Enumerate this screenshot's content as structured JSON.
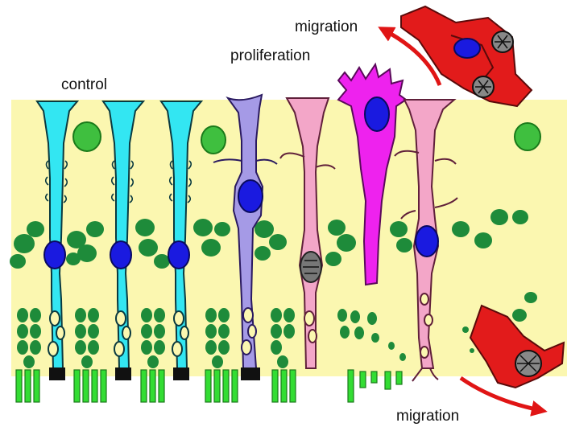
{
  "labels": {
    "control": "control",
    "proliferation": "proliferation",
    "migration_top": "migration",
    "migration_bottom": "migration"
  },
  "colors": {
    "retina_background": "#fbf7b0",
    "control_cell": "#33e6f2",
    "reactive_cell_purple": "#a59ae6",
    "reactive_cell_pink": "#f3a6c8",
    "proliferating_cell": "#ee22ee",
    "nucleus": "#1a1ae0",
    "neuron_nuclei": "#1e8b3a",
    "photoreceptor_segments": "#33dd33",
    "migrating_cell": "#e21b1b",
    "migration_arrow": "#e01515"
  }
}
